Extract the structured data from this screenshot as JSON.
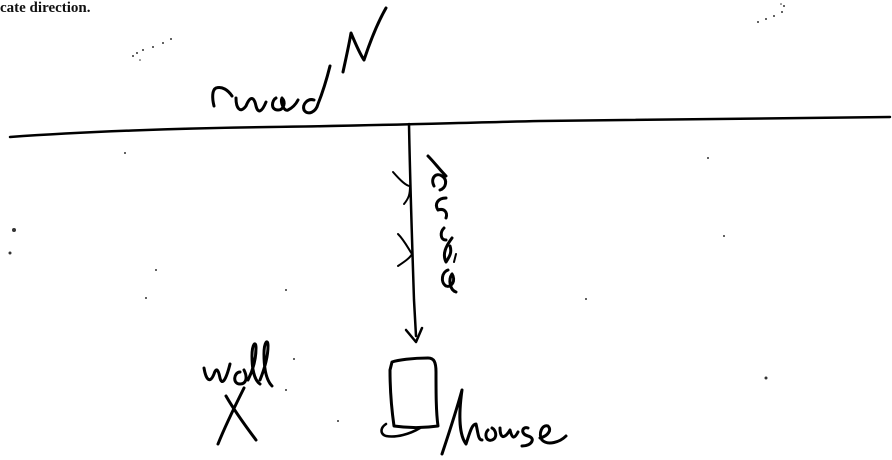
{
  "header": {
    "instruction_fragment": "cate direction."
  },
  "sketch": {
    "ink_color": "#000000",
    "labels": {
      "north": "N",
      "road": "road",
      "drive": "drive",
      "well": "well",
      "well_marker": "X",
      "house": "house"
    }
  }
}
